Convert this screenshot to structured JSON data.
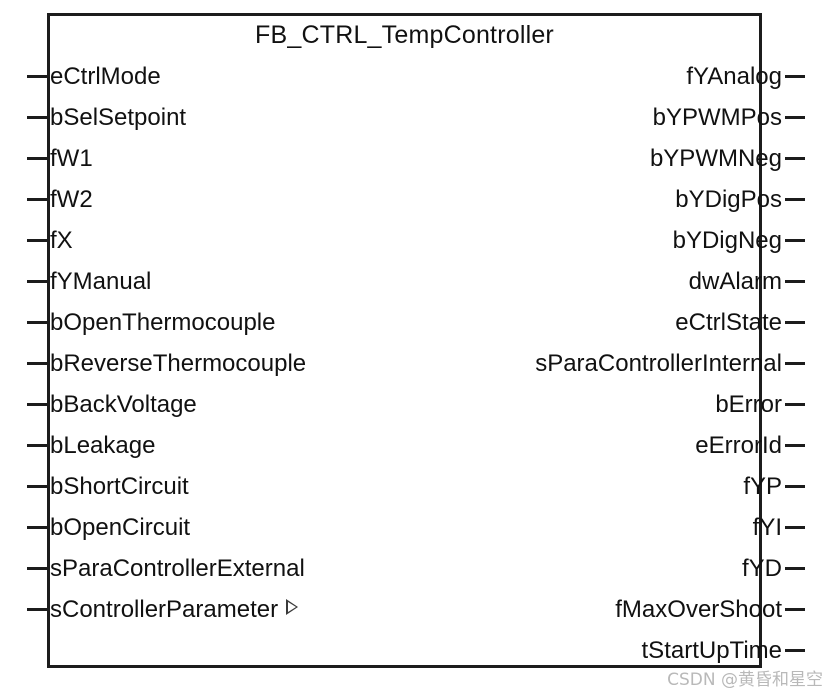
{
  "block": {
    "title": "FB_CTRL_TempController",
    "frame_color": "#1c1c1c",
    "background_color": "#ffffff",
    "text_color": "#111111"
  },
  "inputs": [
    {
      "label": "eCtrlMode"
    },
    {
      "label": "bSelSetpoint"
    },
    {
      "label": "fW1"
    },
    {
      "label": "fW2"
    },
    {
      "label": "fX"
    },
    {
      "label": "fYManual"
    },
    {
      "label": "bOpenThermocouple"
    },
    {
      "label": "bReverseThermocouple"
    },
    {
      "label": "bBackVoltage"
    },
    {
      "label": "bLeakage"
    },
    {
      "label": "bShortCircuit"
    },
    {
      "label": "bOpenCircuit"
    },
    {
      "label": "sParaControllerExternal"
    },
    {
      "label": "sControllerParameter",
      "expandable": true
    }
  ],
  "outputs": [
    {
      "label": "fYAnalog"
    },
    {
      "label": "bYPWMPos"
    },
    {
      "label": "bYPWMNeg"
    },
    {
      "label": "bYDigPos"
    },
    {
      "label": "bYDigNeg"
    },
    {
      "label": "dwAlarm"
    },
    {
      "label": "eCtrlState"
    },
    {
      "label": "sParaControllerInternal"
    },
    {
      "label": "bError"
    },
    {
      "label": "eErrorId"
    },
    {
      "label": "fYP"
    },
    {
      "label": "fYI"
    },
    {
      "label": "fYD"
    },
    {
      "label": "fMaxOverShoot"
    },
    {
      "label": "tStartUpTime"
    }
  ],
  "watermark": {
    "text": "CSDN @黄昏和星空",
    "color": "#b9b9b9"
  }
}
